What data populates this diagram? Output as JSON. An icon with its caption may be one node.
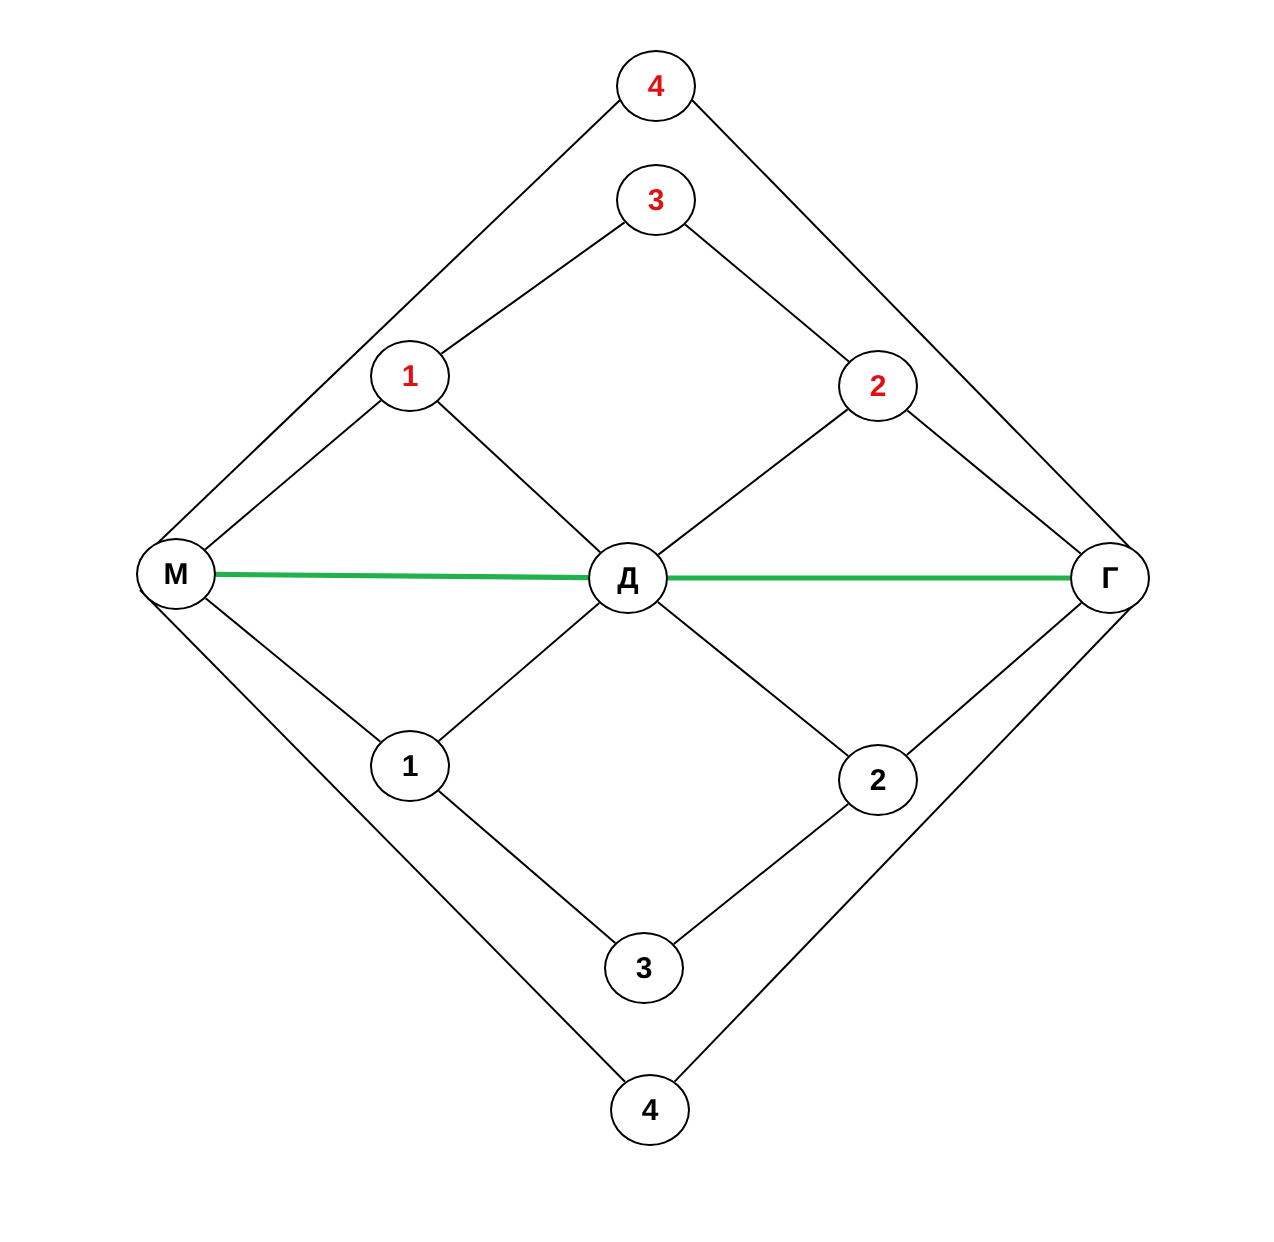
{
  "diagram": {
    "nodes": [
      {
        "text": [
          "М"
        ]
      },
      {
        "text": [
          "Д"
        ]
      },
      {
        "text": [
          "Г"
        ]
      },
      {
        "text": [
          "1"
        ]
      },
      {
        "text": [
          "2"
        ]
      },
      {
        "text": [
          "3"
        ]
      },
      {
        "text": [
          "4"
        ]
      },
      {
        "text": [
          "1"
        ]
      },
      {
        "text": [
          "2"
        ]
      },
      {
        "text": [
          "3"
        ]
      },
      {
        "text": [
          "4"
        ]
      }
    ],
    "edges": [
      {
        "from": 0,
        "to": 1,
        "arrow": "none",
        "style": "thick",
        "color": "#22b14c"
      },
      {
        "from": 1,
        "to": 2,
        "arrow": "none",
        "style": "thick",
        "color": "#22b14c"
      },
      {
        "from": 0,
        "to": 3,
        "arrow": "none"
      },
      {
        "from": 3,
        "to": 5,
        "arrow": "none"
      },
      {
        "from": 5,
        "to": 4,
        "arrow": "none"
      },
      {
        "from": 4,
        "to": 2,
        "arrow": "none"
      },
      {
        "from": 3,
        "to": 1,
        "arrow": "none"
      },
      {
        "from": 4,
        "to": 1,
        "arrow": "none"
      },
      {
        "from": 0,
        "to": 6,
        "arrow": "none"
      },
      {
        "from": 6,
        "to": 2,
        "arrow": "none"
      },
      {
        "from": 0,
        "to": 7,
        "arrow": "none"
      },
      {
        "from": 7,
        "to": 1,
        "arrow": "none"
      },
      {
        "from": 1,
        "to": 8,
        "arrow": "none"
      },
      {
        "from": 8,
        "to": 2,
        "arrow": "none"
      },
      {
        "from": 7,
        "to": 9,
        "arrow": "none"
      },
      {
        "from": 9,
        "to": 8,
        "arrow": "none"
      },
      {
        "from": 0,
        "to": 10,
        "arrow": "none"
      },
      {
        "from": 10,
        "to": 2,
        "arrow": "none"
      }
    ]
  }
}
